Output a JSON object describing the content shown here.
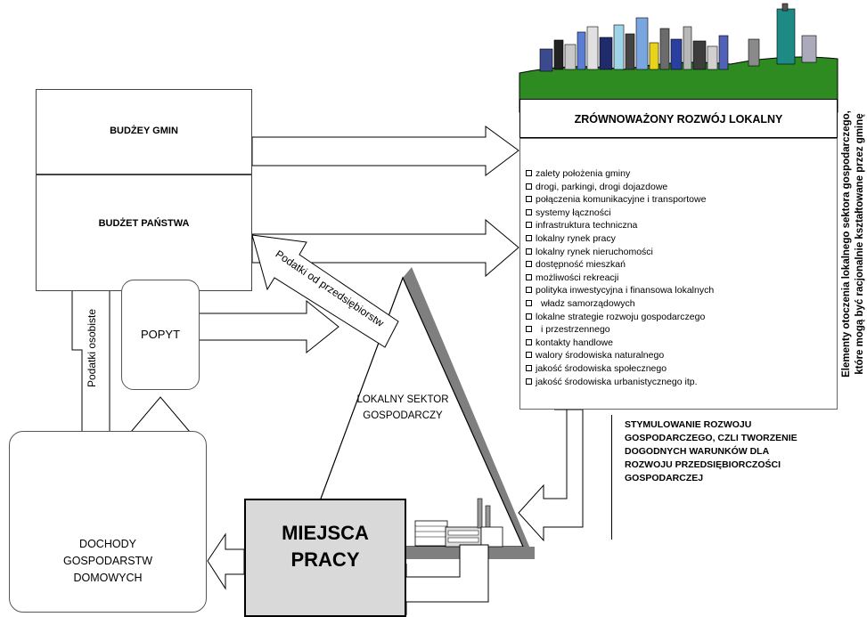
{
  "budgets": {
    "municipal": "BUDŻEY GMIN",
    "state": "BUDŻET PAŃSTWA"
  },
  "sustainable": {
    "title": "ZRÓWNOWAŻONY ROZWÓJ LOKALNY"
  },
  "factors": [
    "zalety położenia gminy",
    "drogi, parkingi, drogi dojazdowe",
    "połączenia komunikacyjne i transportowe",
    "systemy łączności",
    "infrastruktura techniczna",
    "lokalny rynek pracy",
    "lokalny rynek nieruchomości",
    "dostępność mieszkań",
    "możliwości rekreacji",
    "polityka inwestycyjna i finansowa lokalnych",
    "władz samorządowych",
    "lokalne strategie rozwoju gospodarczego",
    "i przestrzennego",
    "kontakty handlowe",
    "walory środowiska naturalnego",
    "jakość środowiska społecznego",
    "jakość środowiska urbanistycznego  itp."
  ],
  "side_caption": {
    "line1": "Elementy otoczenia lokalnego sektora gospodarczego,",
    "line2": "które mogą być racjonalnie kształtowane przez gminę"
  },
  "stimulate": {
    "lines": [
      "STYMULOWANIE ROZWOJU",
      "GOSPODARCZEGO, CZLI TWORZENIE",
      "DOGODNYCH WARUNKÓW DLA",
      "ROZWOJU PRZEDSIĘBIORCZOŚCI",
      "GOSPODARCZEJ"
    ]
  },
  "arrows": {
    "corporate_tax": "Podatki od przedsiębiorstw",
    "personal_tax": "Podatki osobiste"
  },
  "popyt": "POPYT",
  "local_sector": {
    "line1": "LOKALNY SEKTOR",
    "line2": "GOSPODARCZY"
  },
  "households": {
    "line1": "DOCHODY",
    "line2": "GOSPODARSTW",
    "line3": "DOMOWYCH"
  },
  "jobs": {
    "line1": "MIEJSCA",
    "line2": "PRACY"
  },
  "colors": {
    "grass": "#2e8b22",
    "jobs_fill": "#d9d9d9",
    "triangle_shadow": "#7f7f7f"
  }
}
